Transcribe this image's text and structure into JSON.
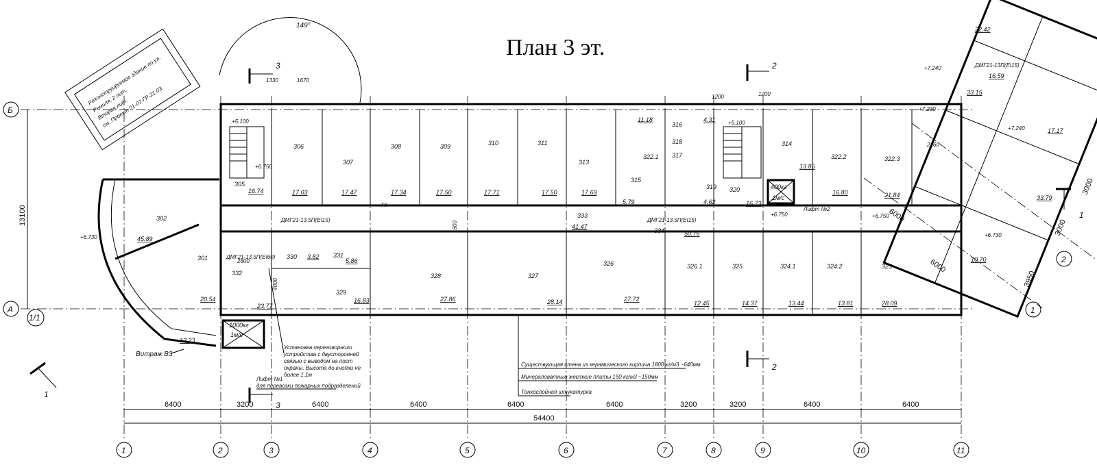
{
  "title": "План 3 эт.",
  "axes_bottom": [
    "1",
    "2",
    "3",
    "4",
    "5",
    "6",
    "7",
    "8",
    "9",
    "10",
    "11"
  ],
  "axes_side": [
    "Б",
    "А",
    "1/1"
  ],
  "axes_right": [
    "1",
    "2"
  ],
  "dims_bottom": [
    "6400",
    "3200",
    "6400",
    "6400",
    "6400",
    "6400",
    "3200",
    "3200",
    "6400",
    "6400"
  ],
  "dim_total": "54400",
  "dim_side": "13100",
  "dims_right": [
    "3000",
    "3000",
    "3950",
    "6000",
    "6000"
  ],
  "dims_top": [
    "1330",
    "1670",
    "1200",
    "1200"
  ],
  "arc_angle": "149°",
  "section_marks": [
    "3",
    "3",
    "2",
    "2",
    "1",
    "1"
  ],
  "rooms": [
    {
      "n": "302",
      "a": "45.89"
    },
    {
      "n": "301",
      "a": "20.54"
    },
    {
      "n": "305",
      "a": "16.74"
    },
    {
      "n": "306",
      "a": "17.03"
    },
    {
      "n": "307",
      "a": "17.47"
    },
    {
      "n": "308",
      "a": "17.34"
    },
    {
      "n": "309",
      "a": "17.50"
    },
    {
      "n": "310",
      "a": "17.71"
    },
    {
      "n": "311",
      "a": "17.50"
    },
    {
      "n": "313",
      "a": "17.69"
    },
    {
      "n": "322.1",
      "a": "11.18"
    },
    {
      "n": "316",
      "a": "4.31"
    },
    {
      "n": "314",
      "a": "13.85"
    },
    {
      "n": "322.2",
      "a": "16.80"
    },
    {
      "n": "322.3",
      "a": "21.84"
    },
    {
      "n": "332",
      "a": "23.77"
    },
    {
      "n": "330",
      "a": "3.82"
    },
    {
      "n": "331",
      "a": "5.86"
    },
    {
      "n": "329",
      "a": "16.83"
    },
    {
      "n": "328",
      "a": "27.86"
    },
    {
      "n": "327",
      "a": "28.14"
    },
    {
      "n": "326",
      "a": "27.72"
    },
    {
      "n": "326.1",
      "a": "12.45"
    },
    {
      "n": "325",
      "a": "14.37"
    },
    {
      "n": "324.1",
      "a": "13.44"
    },
    {
      "n": "324.2",
      "a": "13.81"
    },
    {
      "n": "323",
      "a": "28.09"
    },
    {
      "n": "333",
      "a": "41.47"
    },
    {
      "n": "334",
      "a": "50.76"
    },
    {
      "n": "320",
      "a": "16.73"
    },
    {
      "n": "319",
      "a": "4.62"
    },
    {
      "n": "315",
      "a": "5.79"
    },
    {
      "n": "317",
      "a": ""
    },
    {
      "n": "318",
      "a": ""
    }
  ],
  "small_areas": [
    "13.23",
    "22.42",
    "16.59",
    "33.15",
    "17.17",
    "33.79",
    "10.70"
  ],
  "levels": [
    "+5.100",
    "+6.750",
    "+6.730",
    "+7.240",
    "+7.230",
    "+6.730",
    "+6.750",
    "+5.100",
    "+6.750",
    "+7.240"
  ],
  "texts": {
    "vitrazh": "Витраж В3",
    "lift1_a": "Лифт №1",
    "lift1_b": "для перевозки пожарных подразделений",
    "lift1_cap": "1000кг",
    "lift1_sp": "1м/с",
    "lift2": "Лифт №2",
    "lift2_cap": "400кг",
    "lift2_sp": "1м/с",
    "lintel1": "ДМГ21-13,5П(ЕI15)",
    "lintel2": "ДМГ21-13,5П(ЕI15)",
    "lintel3": "ДМГ21-13,5П(ЕI60)",
    "lintel4": "ДМГ21-13П(ЕI15)",
    "recon1": "Реконструируемое здание по ул.",
    "recon2": "Ремиля, 2 лит.",
    "recon3": "Вторая лит.",
    "recon4": "см. Проект 01-07-ГР-21.03",
    "callout1": "Установка переговорного",
    "callout2": "устройства с двусторонней",
    "callout3": "связью с выводом на пост",
    "callout4": "охраны. Высота до кнопки не",
    "callout5": "более 1,1м",
    "legend1": "Существующая стена из керамического кирпича 1800 кг/м3 ~640мм",
    "legend2": "Минераловатные жесткие плиты 150 кг/м3      ~150мм",
    "legend3": "Тонкослойная штукатурка",
    "gk": "ГК",
    "d2800": "2800",
    "d4000": "4000",
    "d1800": "1800",
    "d2260": "2260"
  }
}
